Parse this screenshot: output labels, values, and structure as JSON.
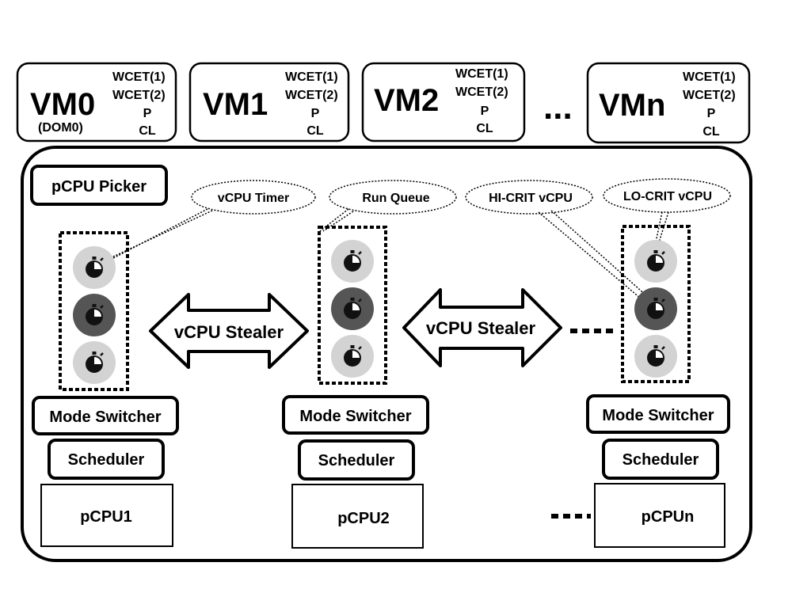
{
  "vms": [
    {
      "name": "VM0",
      "sub": "(DOM0)",
      "params": [
        "WCET(1)",
        "WCET(2)",
        "P",
        "CL"
      ]
    },
    {
      "name": "VM1",
      "sub": "",
      "params": [
        "WCET(1)",
        "WCET(2)",
        "P",
        "CL"
      ]
    },
    {
      "name": "VM2",
      "sub": "",
      "params": [
        "WCET(1)",
        "WCET(2)",
        "P",
        "CL"
      ]
    },
    {
      "name": "VMn",
      "sub": "",
      "params": [
        "WCET(1)",
        "WCET(2)",
        "P",
        "CL"
      ]
    }
  ],
  "vm_ellipsis": "...",
  "pcpu_picker": "pCPU Picker",
  "callouts": {
    "vcpu_timer": "vCPU Timer",
    "run_queue": "Run Queue",
    "hi_crit": "HI-CRIT vCPU",
    "lo_crit": "LO-CRIT vCPU"
  },
  "stealers": [
    "vCPU Stealer",
    "vCPU Stealer"
  ],
  "columns": [
    {
      "mode_switcher": "Mode Switcher",
      "scheduler": "Scheduler",
      "pcpu": "pCPU1",
      "vcpus": [
        {
          "crit": "lo"
        },
        {
          "crit": "hi"
        },
        {
          "crit": "lo"
        }
      ]
    },
    {
      "mode_switcher": "Mode Switcher",
      "scheduler": "Scheduler",
      "pcpu": "pCPU2",
      "vcpus": [
        {
          "crit": "lo"
        },
        {
          "crit": "hi"
        },
        {
          "crit": "lo"
        }
      ]
    },
    {
      "mode_switcher": "Mode Switcher",
      "scheduler": "Scheduler",
      "pcpu": "pCPUn",
      "vcpus": [
        {
          "crit": "lo"
        },
        {
          "crit": "hi"
        },
        {
          "crit": "lo"
        }
      ]
    }
  ],
  "colors": {
    "lo_crit_vcpu": "#d3d3d3",
    "hi_crit_vcpu": "#555555",
    "timer_icon": "#111111"
  }
}
